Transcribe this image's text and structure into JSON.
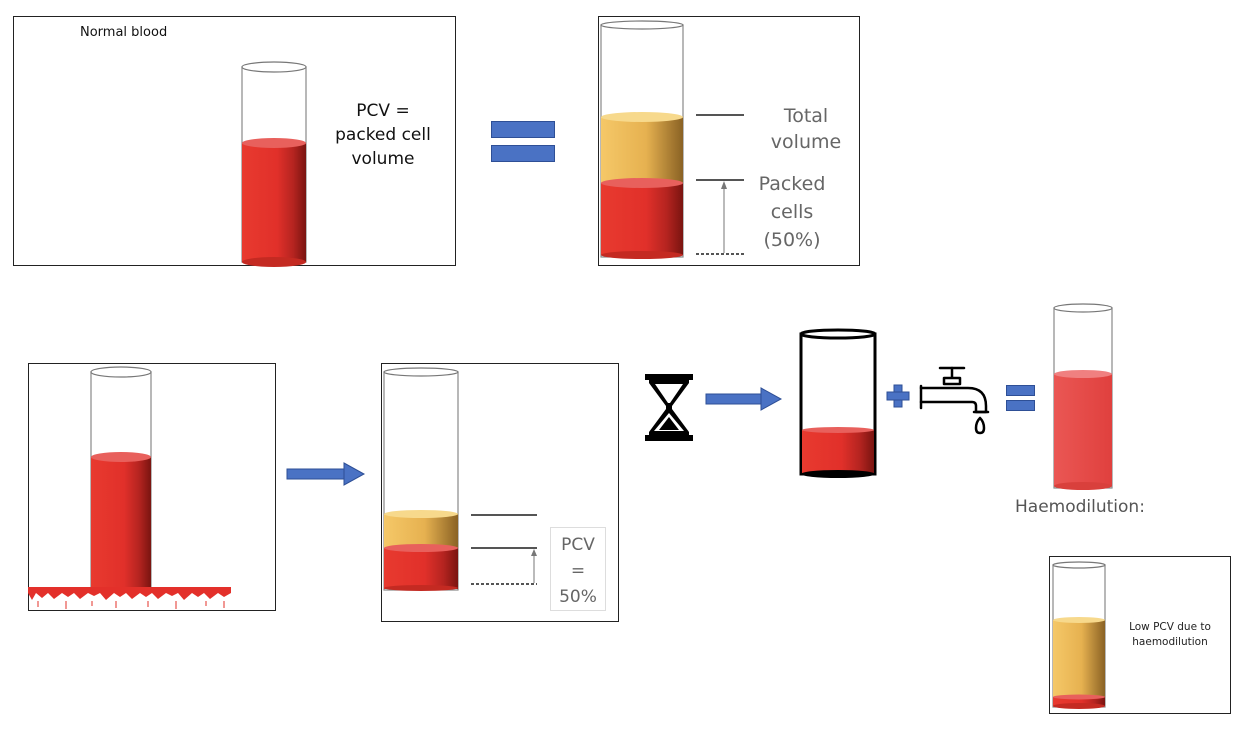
{
  "panel_normal": {
    "title": "Normal blood",
    "pcv_label": "PCV =\npacked cell\nvolume"
  },
  "panel_separated": {
    "total_label": "Total\nvolume",
    "packed_label": "Packed\ncells\n(50%)"
  },
  "panel_bleeding_result": {
    "pcv_label": "PCV\n=\n50%"
  },
  "haemodilution": {
    "title": "Haemodilution:"
  },
  "panel_low": {
    "caption": "Low PCV due to\nhaemodilution"
  },
  "colors": {
    "blood": "#e3302a",
    "blood_light": "#e85450",
    "plasma": "#e9b24a",
    "arrow": "#4a72c4",
    "line": "#555555"
  }
}
